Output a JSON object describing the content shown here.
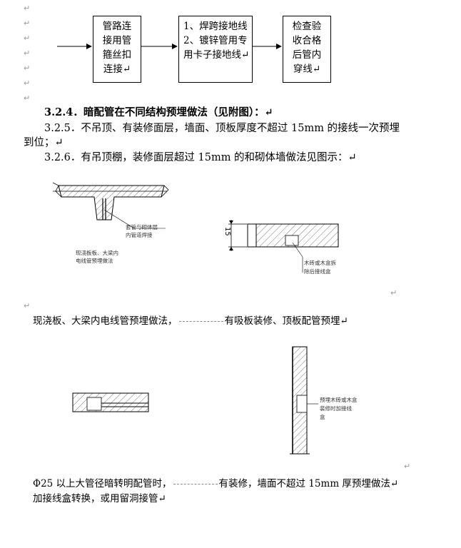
{
  "para_marks": [
    "↵",
    "↵",
    "↵",
    "↵",
    "↵",
    "↵",
    "↵"
  ],
  "flow": {
    "box1": [
      "管路连",
      "接用管",
      "箍丝扣",
      "连接↵"
    ],
    "box2": [
      "1、焊跨接地线",
      "2、镀锌管用专",
      "用卡子接地线↵"
    ],
    "box3": [
      "检查验",
      "收合格",
      "后管内",
      "穿线↵"
    ]
  },
  "section": {
    "heading": "3.2.4．暗配管在不同结构预埋做法（见附图）：↵",
    "p325_line1": "3.2.5．不吊顶、有装修面层，墙面、顶板厚度不超过 15mm 的接线一次预埋",
    "p325_line2": "到位；↵",
    "p326": "3.2.6．有吊顶棚，装修面层超过 15mm 的和砌体墙做法见图示：↵"
  },
  "fig1": {
    "label_a": "套管与砌体层",
    "label_b": "内管道焊接",
    "caption_a": "现浇板板、大梁内",
    "caption_b": "电线管预埋做法"
  },
  "fig2": {
    "dim": "15",
    "label_a": "木砖或木盒拆",
    "label_b": "除后接线盒"
  },
  "mark_right1": "↵",
  "mark_left": "↵",
  "caption_row1_left": "现浇板、大梁内电线管预埋做法，",
  "caption_row1_right": "有吸板装修、顶板配管预埋↵",
  "fig4": {
    "label_a": "预埋木砖或木盒",
    "label_b": "装修时加接线",
    "label_c": "盒"
  },
  "mark_right2": "↵",
  "bottom": {
    "line1_left": "Φ25 以上大管径暗转明配管时，",
    "line1_right": "有装修，墙面不超过 15mm 厚预埋做法↵",
    "line2": "加接线盒转换，或用留洞接管↵"
  }
}
